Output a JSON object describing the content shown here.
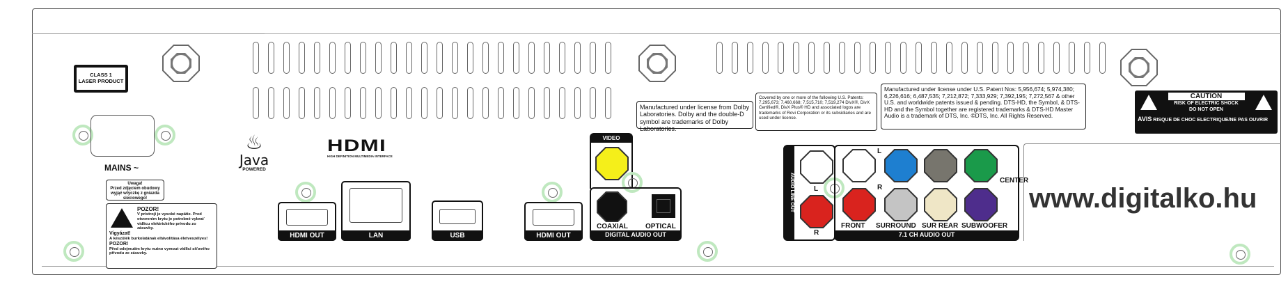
{
  "laser_label": {
    "line1": "CLASS 1",
    "line2": "LASER PRODUCT"
  },
  "mains_label": "MAINS ~",
  "java_logo": {
    "word": "Java",
    "sub": "POWERED"
  },
  "hdmi_logo": {
    "word": "HDMI",
    "sub": "HIGH DEFINITION MULTIMEDIA INTERFACE"
  },
  "warning_pl": {
    "title": "Uwaga!",
    "text": "Przed zdjęciem obudowy wyjąć wtyczkę z gniazda sieciowego!"
  },
  "warning_multi": {
    "title1": "POZOR!",
    "text1": "V prístroji je vysoké napätie. Pred otvorením krytu je potrebné vybrať vidlicu elektrického prívodu zo zásuvky.",
    "title2": "Vigyázat!",
    "text2": "A készülék burkolatának eltávolítása életveszélyes!",
    "title3": "POZOR!",
    "text3": "Před odejmutím krytu nutno vymout vidlici síťového přívodu ze zásuvky."
  },
  "dolby_label": "Manufactured under license from Dolby Laboratories. Dolby and the double-D symbol are trademarks of Dolby Laboratories.",
  "divx_label": "Covered by one or more of the following U.S. Patents: 7,295,673; 7,460,668; 7,515,710; 7,519,274 DivX®, DivX Certified®, DivX Plus® HD and associated logos are trademarks of Rovi Corporation or its subsidiaries and are used under license.",
  "dts_label": "Manufactured under license under U.S. Patent Nos: 5,956,674; 5,974,380; 6,226,616; 6,487,535; 7,212,872; 7,333,929; 7,392,195; 7,272,567 & other U.S. and worldwide patents issued & pending. DTS-HD, the Symbol, & DTS-HD and the Symbol together are registered trademarks & DTS-HD Master Audio is a trademark of DTS, Inc. ©DTS, Inc. All Rights Reserved.",
  "caution_label": {
    "title": "CAUTION",
    "line1": "RISK OF ELECTRIC SHOCK",
    "line2": "DO NOT OPEN",
    "avis": "AVIS",
    "line3": "RISQUE DE CHOC ELECTRIQUE/NE PAS OUVRIR"
  },
  "ports": {
    "hdmi_out_1": "HDMI OUT",
    "lan": "LAN",
    "usb": "USB",
    "hdmi_out_2": "HDMI OUT",
    "video": "VIDEO",
    "coaxial": "COAXIAL",
    "optical": "OPTICAL",
    "digital_audio_out": "DIGITAL AUDIO OUT",
    "audio_line_out": "AUDIO LINE OUT",
    "l": "L",
    "r": "R",
    "ch71": "7.1 CH AUDIO OUT",
    "front": "FRONT",
    "surround": "SURROUND",
    "sur_rear": "SUR REAR",
    "center": "CENTER",
    "subwoofer": "SUBWOOFER"
  },
  "jack_colors": {
    "video": "#f5ef1a",
    "white": "#ffffff",
    "red": "#d9231e",
    "blue": "#1e7fd0",
    "dark_gray": "#77756d",
    "green": "#1a9a4a",
    "light_gray": "#c4c4c4",
    "beige": "#efe6c6",
    "purple": "#4e2d8c",
    "coax": "#111111"
  },
  "watermark": "www.digitalko.hu"
}
